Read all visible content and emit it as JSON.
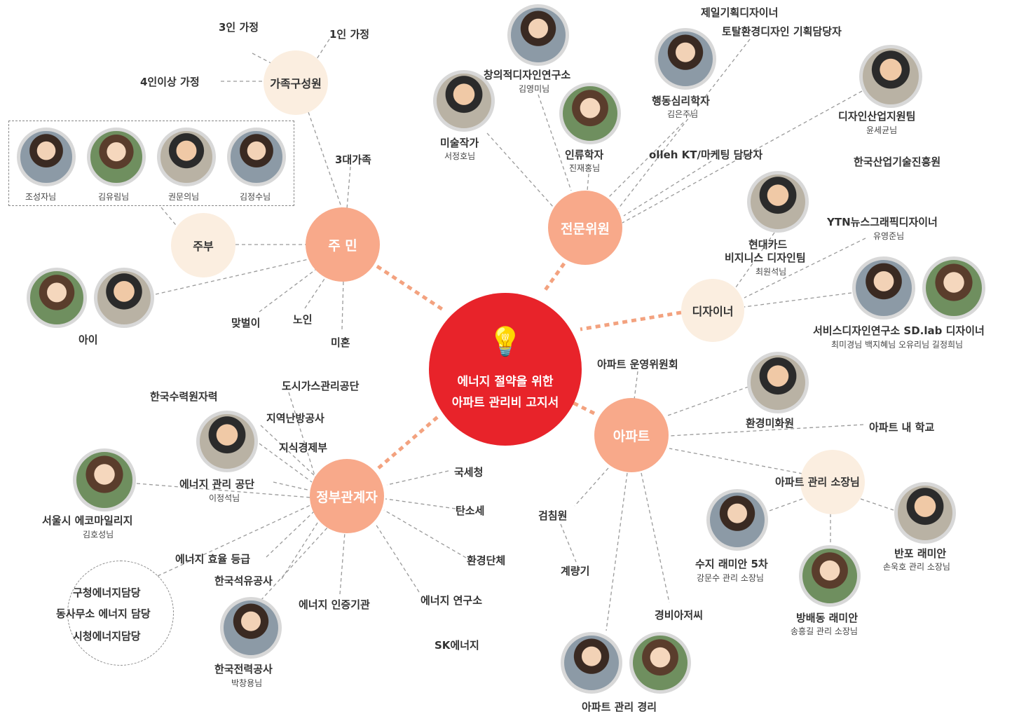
{
  "center": {
    "icon": "lightbulb-icon",
    "line1": "에너지 절약을 위한",
    "line2": "아파트 관리비 고지서",
    "color": "#e8232a"
  },
  "hubs": {
    "jumin": "주 민",
    "jeonmun": "전문위원",
    "designer": "디자이너",
    "apt": "아파트",
    "gov": "정부관계자",
    "hub_color": "#f8a98a"
  },
  "subs": {
    "family": "가족구성원",
    "jubu": "주부",
    "apt_manager": "아파트 관리 소장님"
  },
  "family": {
    "three": "3인 가정",
    "one": "1인 가정",
    "four": "4인이상 가정",
    "three_gen": "3대가족"
  },
  "housewives": [
    "조성자님",
    "김유림님",
    "권문의님",
    "김정수님"
  ],
  "residents": {
    "child": "아이",
    "dual": "맞벌이",
    "elder": "노인",
    "unmarried": "미혼"
  },
  "experts": {
    "artist": {
      "title": "미술작가",
      "name": "서정호님"
    },
    "research": {
      "title": "창의적디자인연구소",
      "name": "김영미님"
    },
    "anthro": {
      "title": "인류학자",
      "name": "진재홍님"
    },
    "psych": {
      "title": "행동심리학자",
      "name": "김은주님"
    },
    "cheil": "제일기획디자이너",
    "total": "토탈환경디자인 기획담당자",
    "kidp": {
      "title": "디자인산업지원팀",
      "name": "윤세균님"
    },
    "olleh": "olleh KT/마케팅 담당자",
    "kiat": "한국산업기술진흥원"
  },
  "designers": {
    "hyundai": {
      "title1": "현대카드",
      "title2": "비지니스 디자인팀",
      "name": "최원석님"
    },
    "ytn": {
      "title": "YTN뉴스그래픽디자이너",
      "name": "유영준님"
    },
    "service": {
      "title": "서비스디자인연구소 SD.lab 디자이너",
      "name": "최미경님 백지혜님 오유리님 길정희님"
    }
  },
  "apartment": {
    "committee": "아파트 운영위원회",
    "env": "환경미화원",
    "school": "아파트 내 학교",
    "checker": "검침원",
    "meter": "계량기",
    "guard": "경비아저씨",
    "accounting": "아파트 관리 경리",
    "suji": {
      "title": "수지 래미안 5차",
      "name": "강문수 관리 소장님"
    },
    "banpo": {
      "title": "반포 래미안",
      "name": "손욱호 관리 소장님"
    },
    "bangbae": {
      "title": "방배동 래미안",
      "name": "송흥길 관리 소장님"
    }
  },
  "government": {
    "gas": "도시가스관리공단",
    "khnp": "한국수력원자력",
    "heating": "지역난방공사",
    "mke": "지식경제부",
    "energy_agency": {
      "title": "에너지 관리 공단",
      "name": "이정석님"
    },
    "seoul": {
      "title": "서울시 에코마일리지",
      "name": "김호성님"
    },
    "nts": "국세청",
    "carbon": "탄소세",
    "env_groups": "환경단체",
    "efficiency": "에너지 효율 등급",
    "knoc": "한국석유공사",
    "cert": "에너지 인증기관",
    "institute": "에너지 연구소",
    "sk": "SK에너지",
    "kepco": {
      "title": "한국전력공사",
      "name": "박창용님"
    },
    "local": [
      "구청에너지담당",
      "동사무소 에너지 담당",
      "시청에너지담당"
    ]
  }
}
